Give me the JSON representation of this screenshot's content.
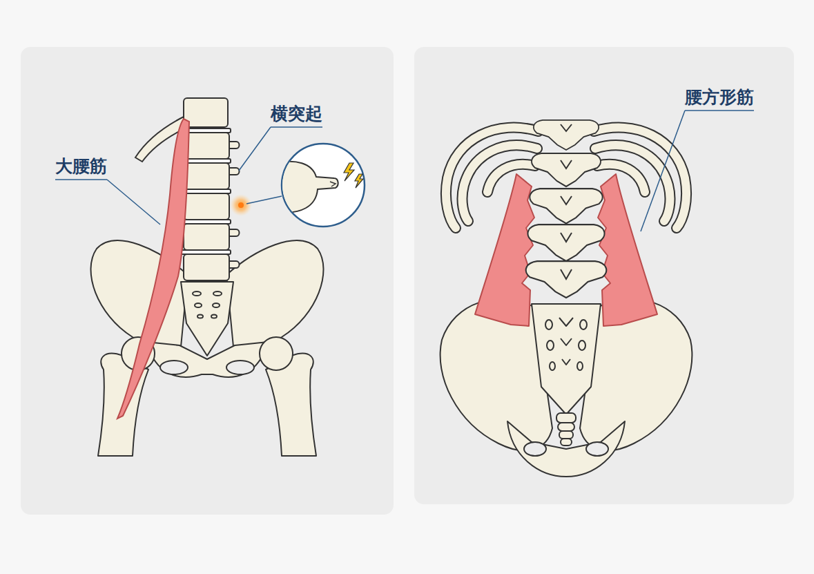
{
  "diagram": {
    "labels": [
      "大腰筋",
      "横突起",
      "腰方形筋"
    ]
  }
}
